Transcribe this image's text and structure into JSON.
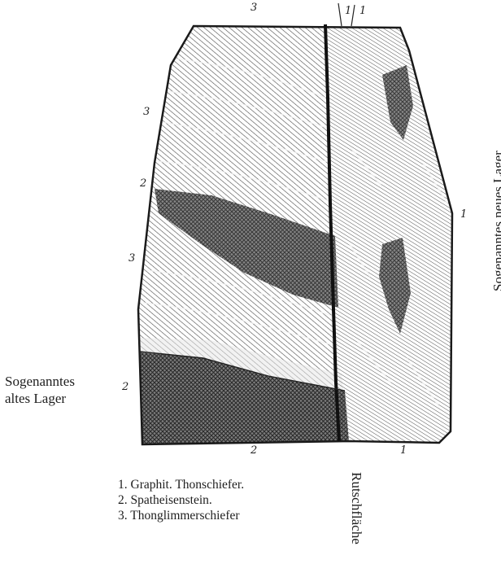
{
  "labels": {
    "old_deposit_line1": "Sogenanntes",
    "old_deposit_line2": "altes Lager",
    "new_deposit": "Sogenanntes neues Lager",
    "fault_surface": "Rutschfläche"
  },
  "legend": [
    {
      "number": "1.",
      "text": "Graphit. Thonschiefer."
    },
    {
      "number": "2.",
      "text": "Spatheisenstein."
    },
    {
      "number": "3.",
      "text": "Thonglimmerschiefer"
    }
  ],
  "layer_marks": {
    "top_left": "3",
    "top_right_a": "1",
    "top_right_b": "1",
    "left_upper": "3",
    "left_mid_a": "2",
    "left_mid_b": "3",
    "left_lower": "2",
    "right_side": "1",
    "bottom_left": "2",
    "bottom_right": "1"
  },
  "colors": {
    "ink": "#222222",
    "hatch": "#555555",
    "background": "#ffffff"
  }
}
